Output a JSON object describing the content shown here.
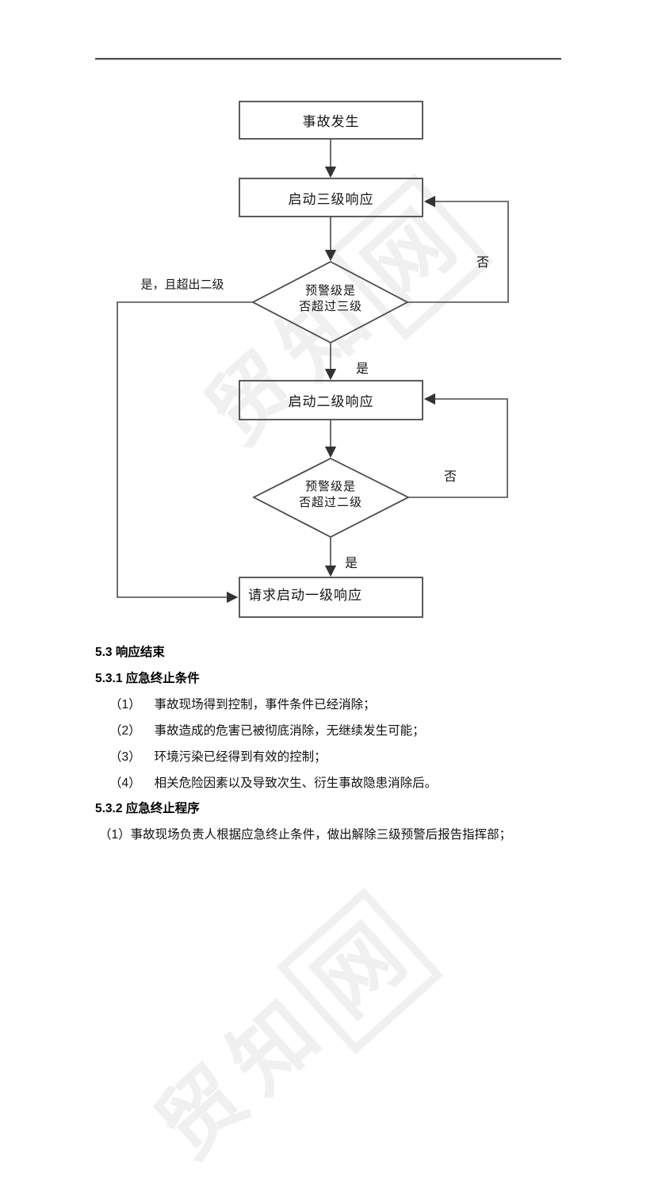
{
  "flowchart": {
    "nodes": {
      "accident": "事故发生",
      "level3": "启动三级响应",
      "level2": "启动二级响应",
      "level1": "请求启动一级响应"
    },
    "decisions": {
      "d1": {
        "line1": "预警级是",
        "line2": "否超过三级"
      },
      "d2": {
        "line1": "预警级是",
        "line2": "否超过二级"
      }
    },
    "labels": {
      "yes1": "是",
      "no1": "否",
      "yes2": "是",
      "no2": "否",
      "yes_exceed": "是，且超出二级"
    }
  },
  "sections": {
    "heading_53": "5.3 响应结束",
    "heading_531": "5.3.1 应急终止条件",
    "items_531": [
      {
        "num": "（1）",
        "text": "事故现场得到控制，事件条件已经消除；"
      },
      {
        "num": "（2）",
        "text": "事故造成的危害已被彻底消除，无继续发生可能；"
      },
      {
        "num": "（3）",
        "text": "环境污染已经得到有效的控制；"
      },
      {
        "num": "（4）",
        "text": "相关危险因素以及导致次生、衍生事故隐患消除后。"
      }
    ],
    "heading_532": "5.3.2 应急终止程序",
    "para_532": "（1）事故现场负责人根据应急终止条件，做出解除三级预警后报告指挥部；"
  },
  "watermark": {
    "chars": [
      "贸",
      "知",
      "网"
    ],
    "color": "#f0f0f0"
  },
  "colors": {
    "line": "#4a4a4a",
    "text": "#111111"
  }
}
